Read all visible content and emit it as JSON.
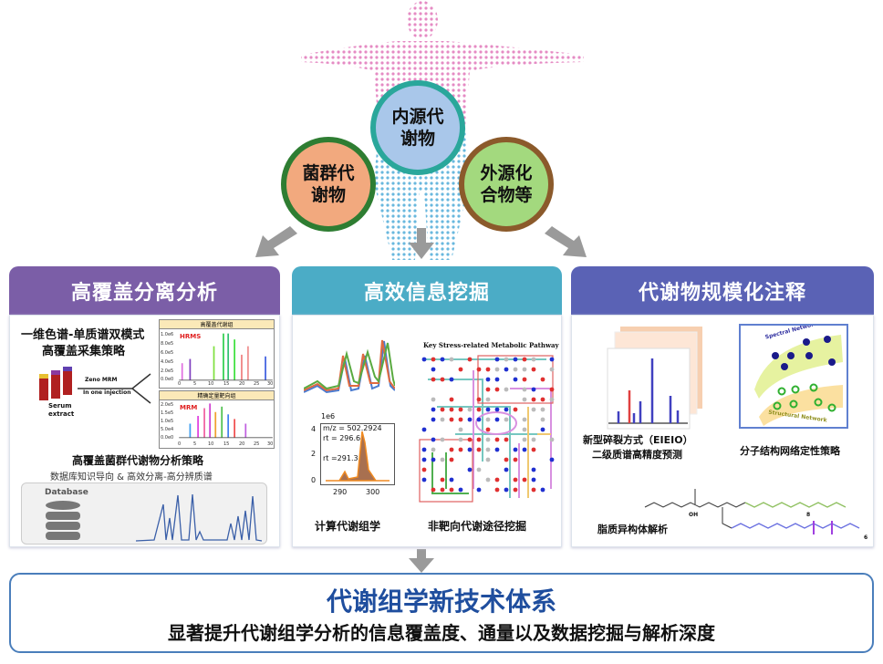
{
  "circles": {
    "endogenous": "内源代\n谢物",
    "endogenous_l1": "内源代",
    "endogenous_l2": "谢物",
    "microbial_l1": "菌群代",
    "microbial_l2": "谢物",
    "exogenous_l1": "外源化",
    "exogenous_l2": "合物等"
  },
  "columns": [
    {
      "title": "高覆盖分离分析",
      "color": "#7b5ea7",
      "strategy_l1": "一维色谱-单质谱双模式",
      "strategy_l2": "高覆盖采集策略",
      "sample_label_l1": "Serum",
      "sample_label_l2": "extract",
      "method_l1": "Zeno MRM",
      "method_l2": "In one injection",
      "chart1_title": "高覆盖代谢组",
      "chart1_tag": "HRMS",
      "chart2_title": "精确定量靶向组",
      "chart2_tag": "MRM",
      "x_ticks": [
        "0",
        "5",
        "10",
        "15",
        "20",
        "25",
        "30"
      ],
      "y_ticks_1": [
        "1.0e6",
        "8.0e5",
        "6.0e5",
        "4.0e5",
        "2.0e5",
        "0.0e0"
      ],
      "y_ticks_2": [
        "2.0e5",
        "1.5e5",
        "1.0e5",
        "5.0e4",
        "0.0e0"
      ],
      "sub_title": "高覆盖菌群代谢物分析策略",
      "sub_caption": "数据库知识导向 & 高效分离-高分辨质谱",
      "database_label": "Database"
    },
    {
      "title": "高效信息挖掘",
      "color": "#4bacc6",
      "plot_exponent": "1e6",
      "plot_annot1": "m/z = 502.2924",
      "plot_annot2": "rt = 296.6",
      "plot_annot3": "rt =291.3",
      "plot_y_ticks": [
        "4",
        "2",
        "0"
      ],
      "plot_x_ticks": [
        "290",
        "300"
      ],
      "pathway_title": "Key Stress-related Metabolic Pathway",
      "caption_left": "计算代谢组学",
      "caption_right": "非靶向代谢途径挖掘"
    },
    {
      "title": "代谢物规模化注释",
      "color": "#5a62b5",
      "caption_spectrum_l1": "新型碎裂方式（EIEIO）",
      "caption_spectrum_l2": "二级质谱高精度预测",
      "network_top": "Spectral Network",
      "network_bottom": "Structural Network",
      "caption_network": "分子结构网络定性策略",
      "caption_lipid": "脂质异构体解析",
      "lipid_sub1": "8",
      "lipid_sub2": "6",
      "lipid_oh": "OH"
    }
  ],
  "bottom": {
    "title": "代谢组学新技术体系",
    "subtitle": "显著提升代谢组学分析的信息覆盖度、通量以及数据挖掘与解析深度"
  }
}
